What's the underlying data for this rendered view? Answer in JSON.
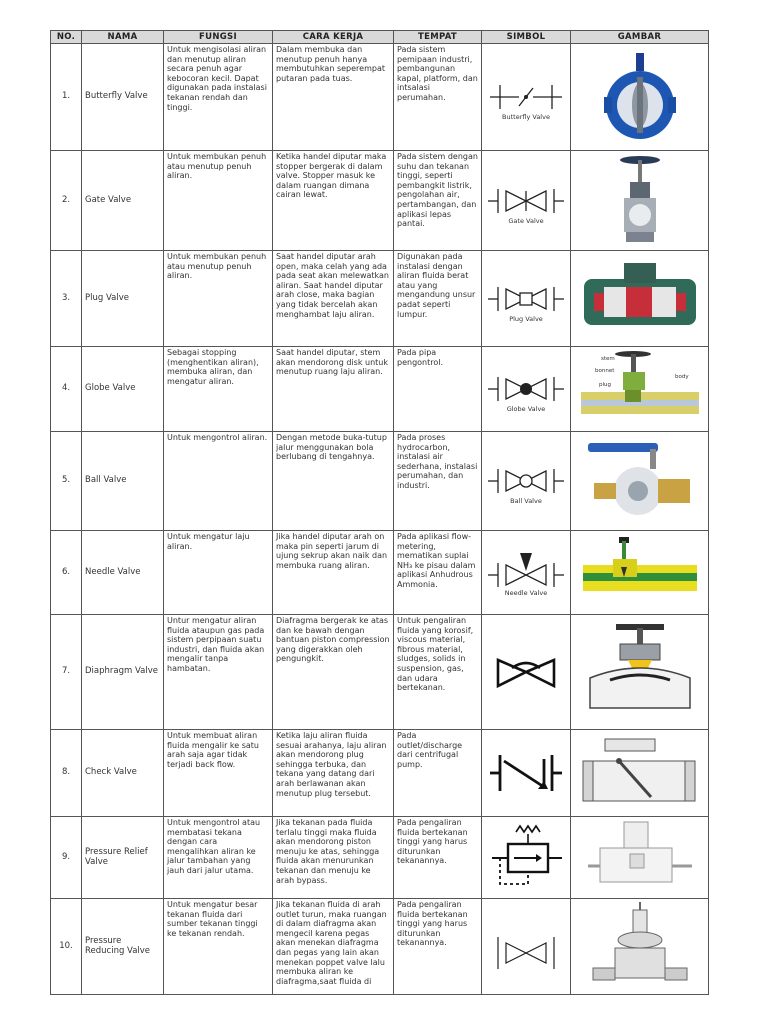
{
  "headers": {
    "no": "NO.",
    "nama": "NAMA",
    "fungsi": "FUNGSI",
    "cara_kerja": "CARA KERJA",
    "tempat": "TEMPAT",
    "simbol": "SIMBOL",
    "gambar": "GAMBAR"
  },
  "rows": [
    {
      "no": "1.",
      "name": "Butterfly Valve",
      "fungsi": "Untuk mengisolasi aliran dan menutup aliran secara penuh agar kebocoran kecil. Dapat digunakan pada instalasi tekanan rendah dan tinggi.",
      "cara_kerja": "Dalam membuka dan menutup penuh hanya membutuhkan seperempat putaran pada tuas.",
      "tempat": "Pada sistem pemipaan industri, pembangunan kapal, platform, dan intsalasi perumahan.",
      "symbol_label": "Butterfly Valve",
      "symbol_icon": "butterfly-valve-symbol",
      "image_icon": "butterfly-valve-photo"
    },
    {
      "no": "2.",
      "name": "Gate Valve",
      "fungsi": "Untuk membukan penuh atau menutup penuh aliran.",
      "cara_kerja": "Ketika handel diputar maka stopper bergerak di dalam valve. Stopper masuk ke dalam ruangan dimana cairan lewat.",
      "tempat": "Pada sistem dengan suhu dan tekanan tinggi, seperti pembangkit listrik, pengolahan air, pertambangan, dan aplikasi lepas pantai.",
      "symbol_label": "Gate Valve",
      "symbol_icon": "gate-valve-symbol",
      "image_icon": "gate-valve-photo"
    },
    {
      "no": "3.",
      "name": "Plug Valve",
      "fungsi": "Untuk membukan penuh atau menutup penuh aliran.",
      "cara_kerja": "Saat handel diputar arah open, maka celah yang ada pada seat akan melewatkan aliran. Saat handel diputar arah close, maka bagian yang tidak bercelah akan menghambat laju aliran.",
      "tempat": "Digunakan pada instalasi dengan aliran fluida berat atau yang mengandung unsur padat seperti lumpur.",
      "symbol_label": "Plug Valve",
      "symbol_icon": "plug-valve-symbol",
      "image_icon": "plug-valve-cutaway"
    },
    {
      "no": "4.",
      "name": "Globe Valve",
      "fungsi": "Sebagai stopping (menghentikan aliran), membuka aliran, dan mengatur aliran.",
      "cara_kerja": "Saat handel diputar, stem akan mendorong disk untuk menutup ruang laju aliran.",
      "tempat": "Pada pipa pengontrol.",
      "symbol_label": "Globe Valve",
      "symbol_icon": "globe-valve-symbol",
      "image_icon": "globe-valve-cutaway",
      "image_labels": [
        "stem",
        "bonnet",
        "plug",
        "body"
      ]
    },
    {
      "no": "5.",
      "name": "Ball Valve",
      "fungsi": "Untuk mengontrol aliran.",
      "cara_kerja": "Dengan metode buka-tutup jalur menggunakan bola berlubang di tengahnya.",
      "tempat": "Pada proses hydrocarbon, instalasi air sederhana, instalasi perumahan, dan industri.",
      "symbol_label": "Ball Valve",
      "symbol_icon": "ball-valve-symbol",
      "image_icon": "ball-valve-photo"
    },
    {
      "no": "6.",
      "name": "Needle Valve",
      "fungsi": "Untuk mengatur laju aliran.",
      "cara_kerja": "Jika handel diputar arah on maka pin seperti jarum di ujung sekrup akan naik dan membuka ruang aliran.",
      "tempat": "Pada aplikasi flow-metering, mematikan suplai NH₃ ke pisau dalam aplikasi Anhudrous Ammonia.",
      "symbol_label": "Needle Valve",
      "symbol_icon": "needle-valve-symbol",
      "image_icon": "needle-valve-cutaway"
    },
    {
      "no": "7.",
      "name": "Diaphragm Valve",
      "fungsi": "Untur mengatur aliran fluida ataupun gas pada sistem perpipaan suatu industri, dan fluida akan mengalir tanpa hambatan.",
      "cara_kerja": "Diafragma bergerak ke atas dan ke bawah dengan bantuan piston compression yang digerakkan oleh pengungkit.",
      "tempat": "Untuk pengaliran fluida yang korosif, viscous material, fibrous material, sludges, solids in suspension, gas, dan udara bertekanan.",
      "symbol_label": "",
      "symbol_icon": "diaphragm-valve-symbol",
      "image_icon": "diaphragm-valve-cutaway"
    },
    {
      "no": "8.",
      "name": "Check Valve",
      "fungsi": "Untuk membuat aliran fluida mengalir ke satu arah saja agar tidak terjadi back flow.",
      "cara_kerja": "Ketika laju aliran fluida sesuai arahanya, laju aliran akan mendorong plug sehingga terbuka, dan tekana yang datang dari arah berlawanan akan menutup plug tersebut.",
      "tempat": "Pada outlet/discharge dari centrifugal pump.",
      "symbol_label": "",
      "symbol_icon": "check-valve-symbol",
      "image_icon": "check-valve-drawing"
    },
    {
      "no": "9.",
      "name": "Pressure Relief Valve",
      "fungsi": "Untuk mengontrol atau membatasi tekana dengan cara mengalihkan aliran ke jalur tambahan yang jauh dari jalur utama.",
      "cara_kerja": "Jika tekanan pada fluida terlalu tinggi maka fluida akan mendorong piston menuju ke atas, sehingga fluida akan menurunkan tekanan dan menuju ke arah bypass.",
      "tempat": "Pada pengaliran fluida bertekanan tinggi yang harus diturunkan tekanannya.",
      "symbol_label": "",
      "symbol_icon": "pressure-relief-valve-symbol",
      "image_icon": "pressure-relief-valve-drawing"
    },
    {
      "no": "10.",
      "name": "Pressure Reducing Valve",
      "fungsi": "Untuk mengatur besar tekanan fluida dari sumber tekanan tinggi ke tekanan rendah.",
      "cara_kerja": "Jika tekanan fluida di arah outlet turun, maka ruangan di dalam diafragma akan mengecil karena pegas akan menekan diafragma dan pegas yang lain akan menekan poppet valve lalu membuka aliran ke diafragma,saat fluida di",
      "tempat": "Pada pengaliran fluida bertekanan tinggi yang harus diturunkan tekanannya.",
      "symbol_label": "",
      "symbol_icon": "pressure-reducing-valve-symbol",
      "image_icon": "pressure-reducing-valve-drawing"
    }
  ]
}
